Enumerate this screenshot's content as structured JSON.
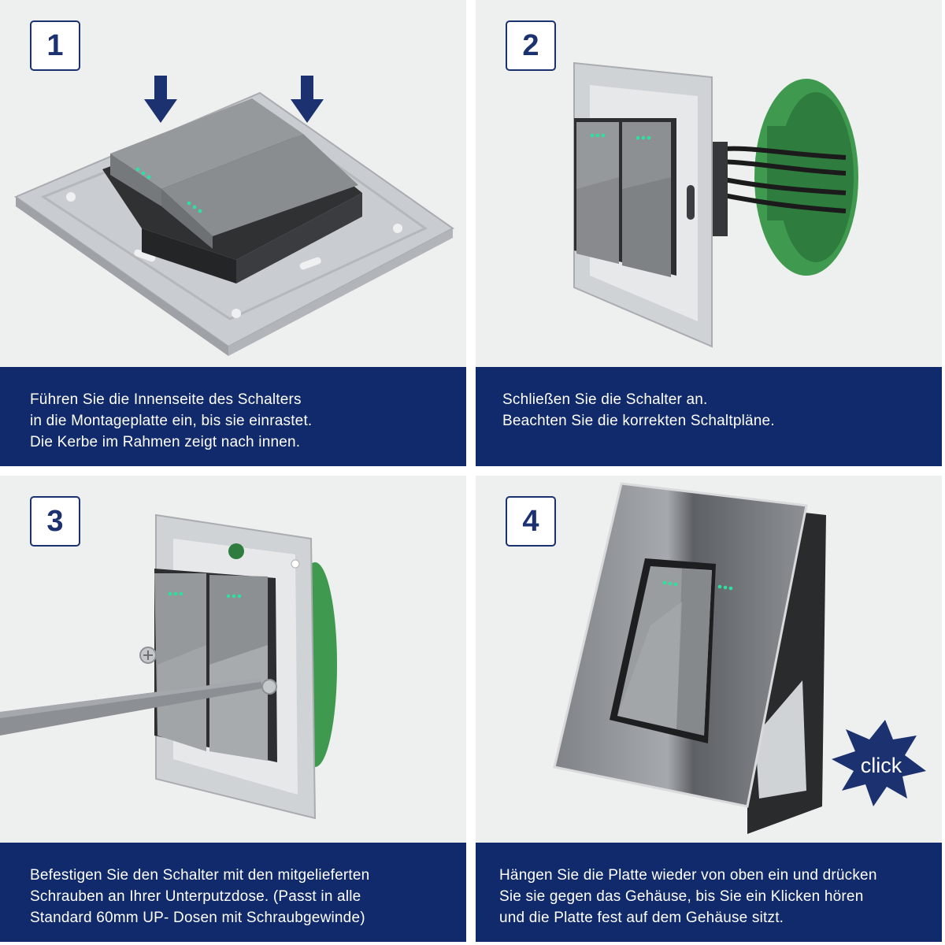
{
  "steps": [
    {
      "number": "1",
      "lines": [
        "Führen Sie die Innenseite des Schalters",
        "in die Montageplatte ein, bis sie einrastet.",
        "Die Kerbe im Rahmen zeigt nach innen."
      ],
      "icons": [
        "down-arrow-icon",
        "down-arrow-icon"
      ]
    },
    {
      "number": "2",
      "lines": [
        "Schließen Sie die Schalter an.",
        "Beachten Sie die korrekten Schaltpläne."
      ]
    },
    {
      "number": "3",
      "lines": [
        "Befestigen Sie den Schalter mit den mitgelieferten",
        "Schrauben an Ihrer Unterputzdose. (Passt in alle",
        "Standard 60mm UP- Dosen mit Schraubgewinde)"
      ]
    },
    {
      "number": "4",
      "lines": [
        "Hängen Sie die Platte wieder von oben ein und drücken",
        "Sie sie gegen das Gehäuse, bis Sie ein Klicken hören",
        "und die Platte fest auf dem Gehäuse sitzt."
      ],
      "badge": "click"
    }
  ],
  "colors": {
    "caption_bg": "#112a6b",
    "accent": "#1c3170",
    "led": "#2de0a0",
    "box_green": "#3f9a4f"
  }
}
